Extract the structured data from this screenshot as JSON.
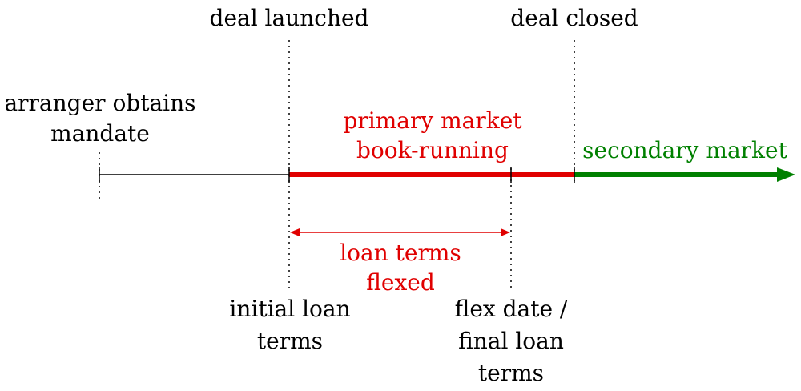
{
  "colors": {
    "primary": "#e00000",
    "secondary": "#008000",
    "base": "#000000"
  },
  "labels": {
    "deal_launched": "deal launched",
    "deal_closed": "deal closed",
    "mandate": [
      "arranger obtains",
      "mandate"
    ],
    "primary": [
      "primary market",
      "book-running"
    ],
    "secondary": "secondary market",
    "flex_period": [
      "loan terms",
      "flexed"
    ],
    "initial_terms": [
      "initial loan",
      "terms"
    ],
    "final_terms": [
      "flex date /",
      "final loan",
      "terms"
    ]
  }
}
